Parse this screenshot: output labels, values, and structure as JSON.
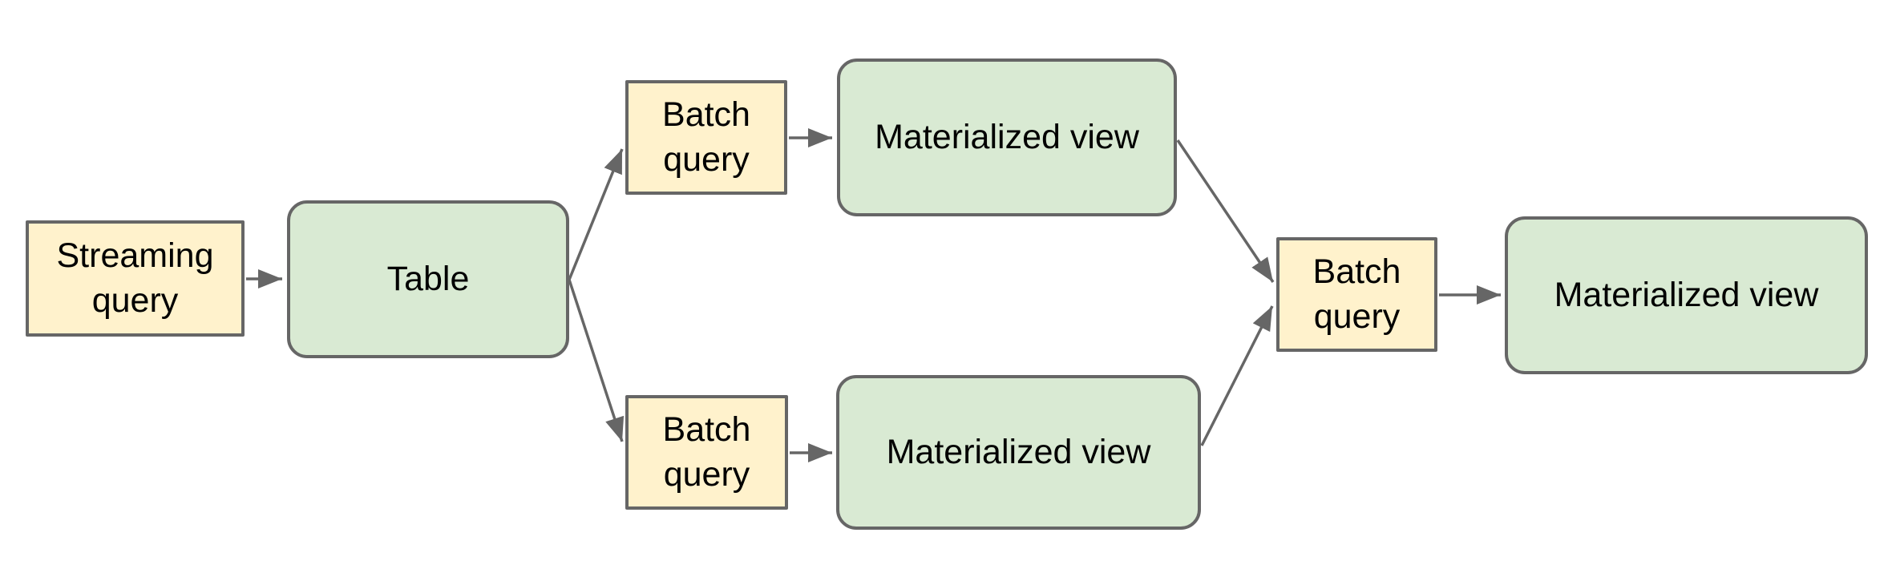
{
  "diagram": {
    "palette": {
      "background": "#ffffff",
      "query_fill": "#fff2cc",
      "table_fill": "#d9ead3",
      "border": "#666666",
      "arrow": "#666666",
      "text": "#000000"
    },
    "nodes": {
      "streaming_query": {
        "label": "Streaming query",
        "type": "query"
      },
      "table": {
        "label": "Table",
        "type": "table"
      },
      "batch_query_top": {
        "label": "Batch query",
        "type": "query"
      },
      "materialized_view_top": {
        "label": "Materialized view",
        "type": "table"
      },
      "batch_query_bottom": {
        "label": "Batch query",
        "type": "query"
      },
      "materialized_view_bottom": {
        "label": "Materialized view",
        "type": "table"
      },
      "batch_query_right": {
        "label": "Batch query",
        "type": "query"
      },
      "materialized_view_final": {
        "label": "Materialized view",
        "type": "table"
      }
    },
    "edges": [
      {
        "from": "streaming_query",
        "to": "table"
      },
      {
        "from": "table",
        "to": "batch_query_top"
      },
      {
        "from": "table",
        "to": "batch_query_bottom"
      },
      {
        "from": "batch_query_top",
        "to": "materialized_view_top"
      },
      {
        "from": "batch_query_bottom",
        "to": "materialized_view_bottom"
      },
      {
        "from": "materialized_view_top",
        "to": "batch_query_right"
      },
      {
        "from": "materialized_view_bottom",
        "to": "batch_query_right"
      },
      {
        "from": "batch_query_right",
        "to": "materialized_view_final"
      }
    ]
  }
}
